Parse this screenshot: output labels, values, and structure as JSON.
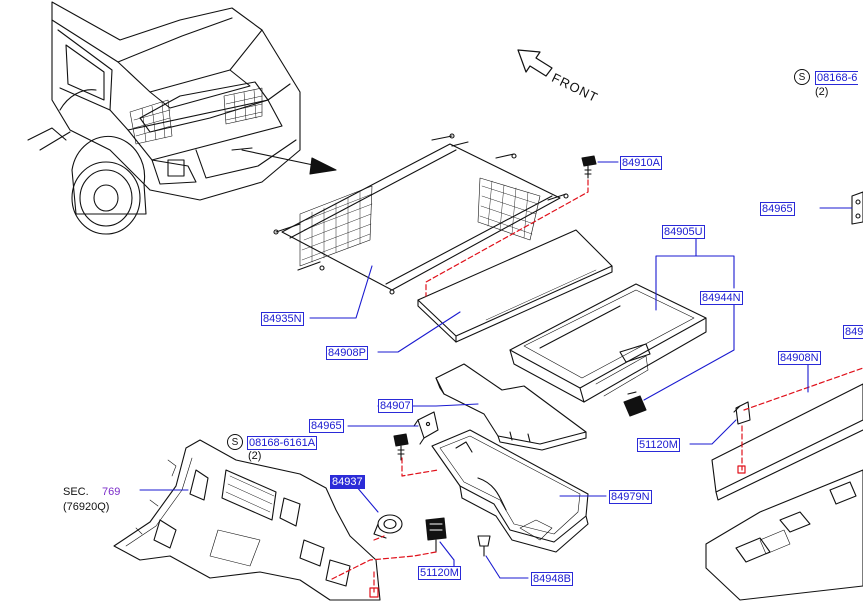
{
  "diagram": {
    "direction_label": "FRONT",
    "colors": {
      "label_blue": "#1a1ad0",
      "selected_bg": "#2c2cd8",
      "leader_red": "#e0101a",
      "line": "#111111",
      "link_purple": "#7b2cc9"
    },
    "part_labels": {
      "p84910A": "84910A",
      "p84965_top": "84965",
      "p84905U": "84905U",
      "p84944N": "84944N",
      "p84935N": "84935N",
      "p84908P": "84908P",
      "p84908N": "84908N",
      "p84907": "84907",
      "p84965_mid": "84965",
      "p08168_mid": "08168-6161A",
      "p84937": "84937",
      "p51120M_right": "51120M",
      "p84979N": "84979N",
      "p51120M_bottom": "51120M",
      "p84948B": "84948B",
      "p08168_top": "08168-6",
      "p849_cut": "849"
    },
    "quantities": {
      "q_top": "(2)",
      "q_mid": "(2)"
    },
    "symbols": {
      "s_top": "S",
      "s_mid": "S"
    },
    "section_ref": {
      "prefix": "SEC.",
      "number": "769",
      "sub": "(76920Q)"
    }
  }
}
